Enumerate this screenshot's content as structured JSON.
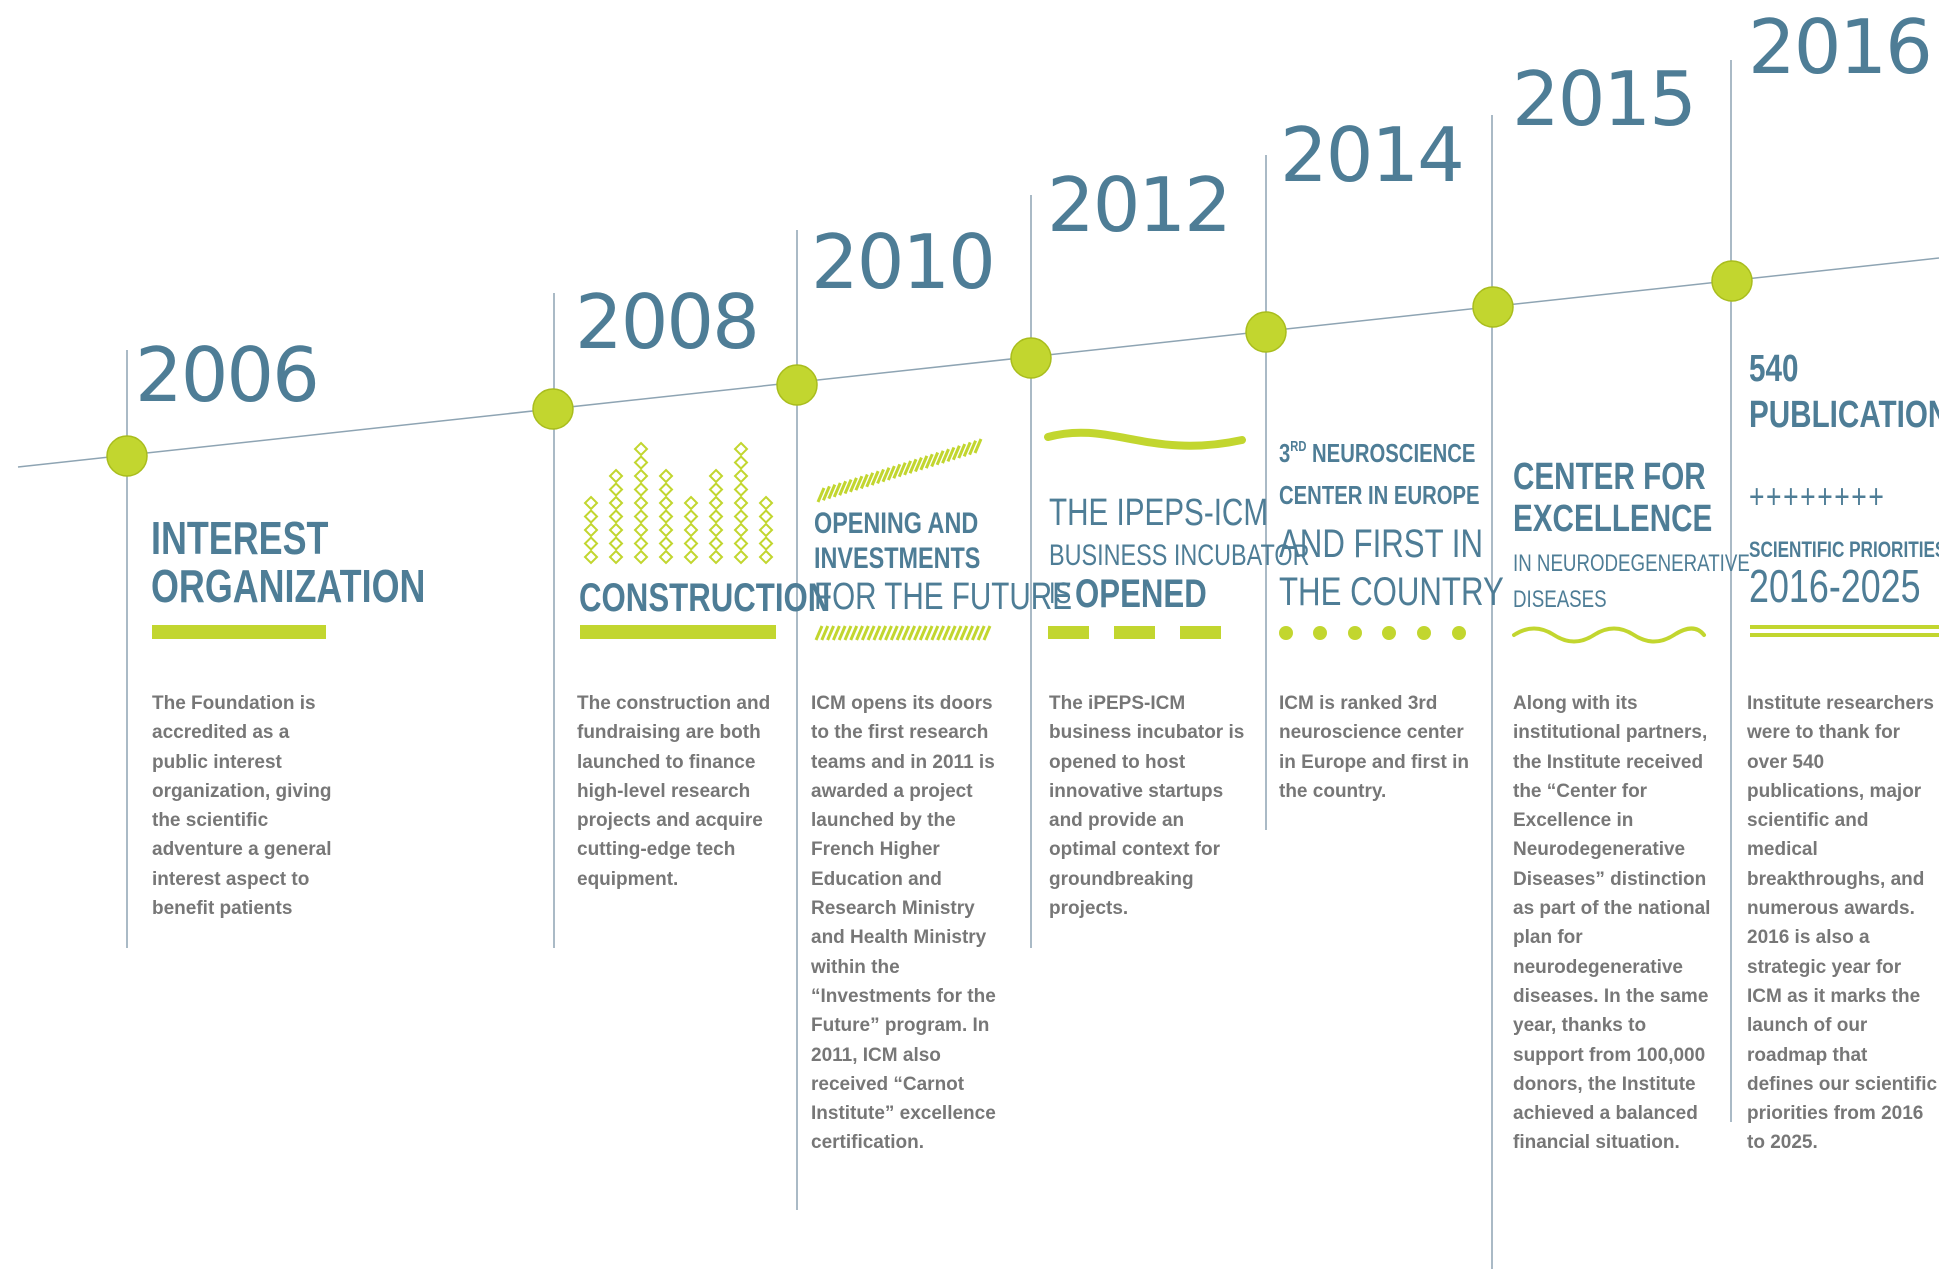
{
  "colors": {
    "accent_green": "#c2d62f",
    "title_blue": "#4e7d96",
    "body_gray": "#777777",
    "line": "#8ea4b3"
  },
  "milestones": [
    {
      "year": "2006",
      "title_lines": [
        "INTEREST",
        "ORGANIZATION"
      ],
      "description": "The Foundation is accredited as a public interest organization, giving the scientific adventure a general interest aspect to benefit patients"
    },
    {
      "year": "2008",
      "title_lines": [
        "CONSTRUCTION"
      ],
      "description": "The construction and fundraising are both launched to finance high-level research projects and acquire cutting-edge tech equipment."
    },
    {
      "year": "2010",
      "title_lines": [
        "OPENING AND",
        "INVESTMENTS",
        "FOR THE FUTURE"
      ],
      "description": "ICM opens its doors to the first research teams and in 2011 is awarded a project launched by the French Higher Education and Research Ministry and Health Ministry within the “Investments for the Future” program. In 2011, ICM also received “Carnot Institute” excellence certification."
    },
    {
      "year": "2012",
      "title_lines": [
        "THE IPEPS-ICM",
        "BUSINESS INCUBATOR",
        "IS",
        "OPENED"
      ],
      "description": "The iPEPS-ICM business incubator is opened to host innovative startups and provide an optimal context for groundbreaking projects."
    },
    {
      "year": "2014",
      "title_lines": [
        "3",
        "RD",
        "NEUROSCIENCE",
        "CENTER IN EUROPE",
        "AND FIRST IN",
        "THE COUNTRY"
      ],
      "description": "ICM is ranked 3rd neuroscience center in Europe and first in the country."
    },
    {
      "year": "2015",
      "title_lines": [
        "CENTER FOR",
        "EXCELLENCE",
        "IN NEURODEGENERATIVE",
        "DISEASES"
      ],
      "description": "Along with its institutional partners, the Institute received the “Center for Excellence in Neurodegenerative Diseases” distinction as part of the national plan for neurodegenerative diseases. In the same year, thanks to support from 100,000 donors, the Institute achieved a balanced financial situation."
    },
    {
      "year": "2016",
      "title_lines": [
        "540",
        "PUBLICATIONS",
        "++++++++",
        "SCIENTIFIC PRIORITIES",
        "2016-2025"
      ],
      "description": "Institute researchers were to thank for over 540 publications, major scientific and medical breakthroughs, and numerous awards. 2016 is also a strategic year for ICM as it marks the launch of our roadmap that defines our scientific priorities from 2016 to 2025."
    }
  ]
}
